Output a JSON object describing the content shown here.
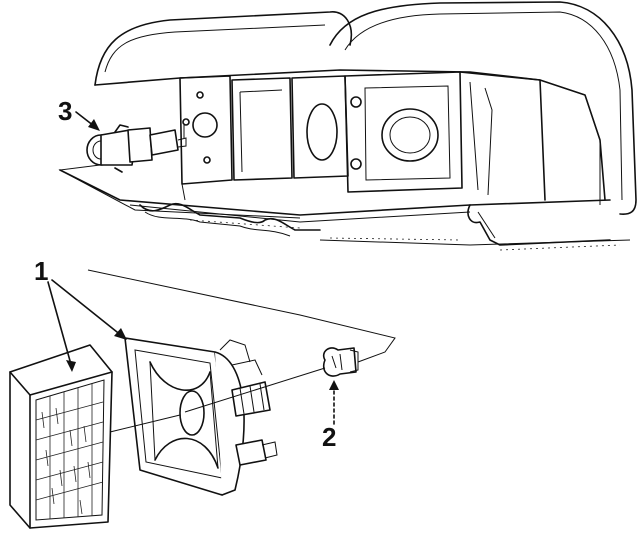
{
  "diagram": {
    "callouts": [
      {
        "id": "part-1",
        "label": "1"
      },
      {
        "id": "part-2",
        "label": "2"
      },
      {
        "id": "part-3",
        "label": "3"
      }
    ]
  }
}
